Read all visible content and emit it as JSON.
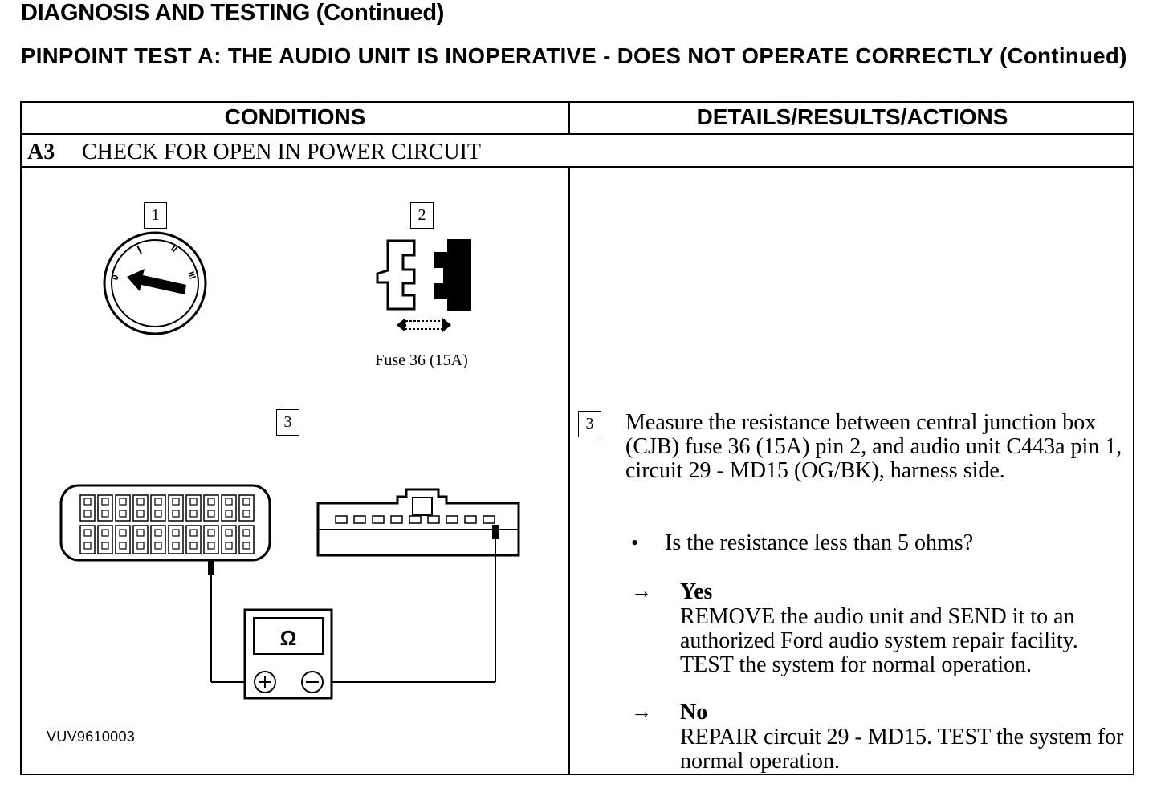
{
  "header": {
    "section_title": "DIAGNOSIS AND TESTING (Continued)",
    "test_title": "PINPOINT TEST A: THE AUDIO UNIT IS INOPERATIVE - DOES NOT OPERATE CORRECTLY (Continued)"
  },
  "table": {
    "col_conditions": "CONDITIONS",
    "col_actions": "DETAILS/RESULTS/ACTIONS",
    "step_id": "A3",
    "step_title": "CHECK FOR OPEN IN POWER CIRCUIT"
  },
  "figure": {
    "callout_1": "1",
    "callout_2": "2",
    "callout_3": "3",
    "switch_positions": [
      "0",
      "I",
      "II",
      "III"
    ],
    "fuse_caption": "Fuse 36 (15A)",
    "meter_symbol": "Ω",
    "figure_id": "VUV9610003"
  },
  "details": {
    "callout": "3",
    "measure_text": "Measure the resistance between central junction box (CJB) fuse 36 (15A) pin 2, and audio unit C443a pin 1, circuit 29 - MD15 (OG/BK), harness side.",
    "bullet": "•",
    "question": "Is the resistance less than 5 ohms?",
    "arrow": "→",
    "yes_label": "Yes",
    "yes_text": "REMOVE the audio unit and SEND it to an authorized Ford audio system repair facility. TEST the system for normal operation.",
    "no_label": "No",
    "no_text": "REPAIR circuit 29 - MD15. TEST the system for normal operation."
  }
}
